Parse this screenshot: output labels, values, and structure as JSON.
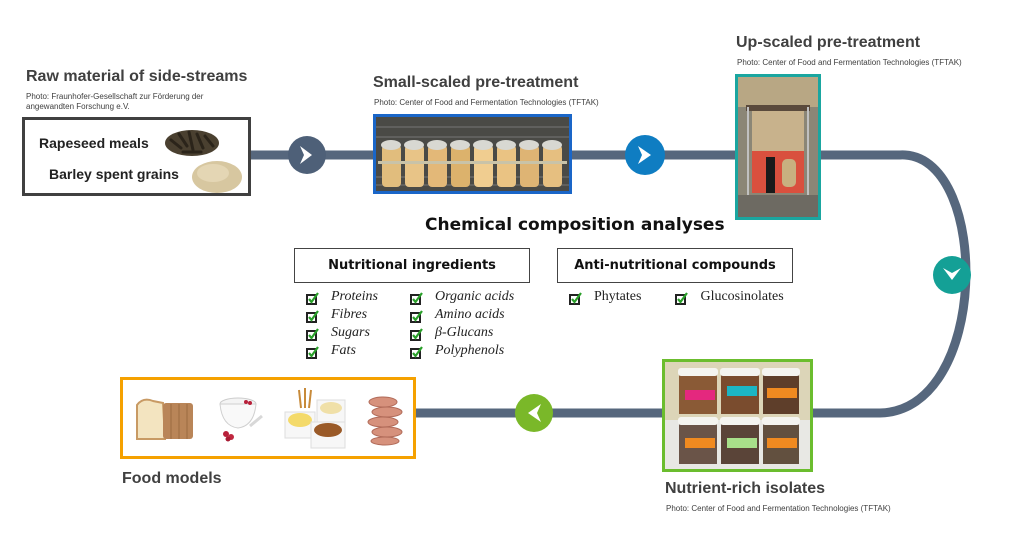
{
  "stages": {
    "raw": {
      "title": "Raw material of side-streams",
      "credit_line1": "Photo: Fraunhofer-Gesellschaft  zur Förderung der",
      "credit_line2": "angewandten  Forschung e.V.",
      "items": [
        "Rapeseed meals",
        "Barley spent grains"
      ],
      "images": [
        "rapeseed-pellets-photo",
        "barley-spent-grains-photo"
      ]
    },
    "small": {
      "title": "Small-scaled pre-treatment",
      "credit": "Photo: Center of Food and Fermentation Technologies  (TFTAK)",
      "image": "test-tubes-in-rack-photo"
    },
    "upscaled": {
      "title": "Up-scaled pre-treatment",
      "credit": "Photo: Center of Food and Fermentation Technologies  (TFTAK)",
      "image": "bioreactor-photo"
    },
    "isolates": {
      "title": "Nutrient-rich isolates",
      "credit": "Photo: Center of Food and Fermentation Technologies  (TFTAK)",
      "image": "sample-jars-photo"
    },
    "food": {
      "title": "Food models",
      "images": [
        "bread-photo",
        "yogurt-photo",
        "snacks-photo",
        "sausages-photo"
      ]
    }
  },
  "chemical": {
    "title": "Chemical composition analyses",
    "nutritional": {
      "header": "Nutritional ingredients",
      "col1": [
        "Proteins",
        "Fibres",
        "Sugars",
        "Fats"
      ],
      "col2": [
        "Organic acids",
        "Amino acids",
        "β-Glucans",
        "Polyphenols"
      ]
    },
    "anti": {
      "header": "Anti-nutritional compounds",
      "items": [
        "Phytates",
        "Glucosinolates"
      ]
    }
  },
  "arrows": [
    {
      "name": "arrow-raw-to-small",
      "direction": "right",
      "color": "#4e6078"
    },
    {
      "name": "arrow-small-to-upscaled",
      "direction": "right",
      "color": "#0f7dc2"
    },
    {
      "name": "arrow-upscaled-to-isolates",
      "direction": "down",
      "color": "#14a096"
    },
    {
      "name": "arrow-isolates-to-food",
      "direction": "left",
      "color": "#7ab829"
    }
  ],
  "colors": {
    "flow_line": "#56677d",
    "raw_border": "#404040",
    "small_border": "#1a66c8",
    "upscaled_border": "#1aa6a0",
    "isolates_border": "#6bbd2e",
    "food_border": "#f5a100",
    "check": "#2aa02a"
  }
}
